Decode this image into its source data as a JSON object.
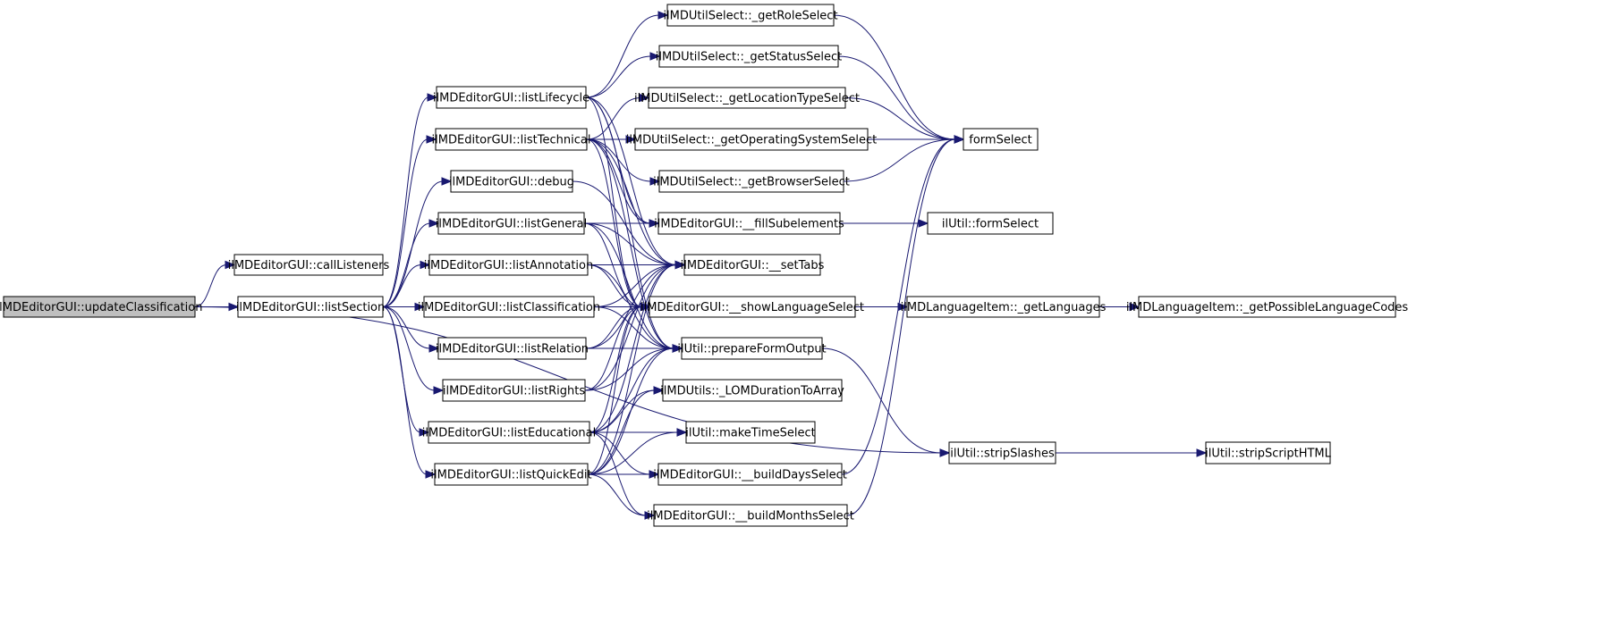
{
  "title": "Call graph of ilMDEditorGUI::updateClassification",
  "colors": {
    "edge": "#191970",
    "root_fill": "#bfbfbf",
    "node_fill": "#ffffff",
    "node_stroke": "#000000"
  },
  "nodes": [
    {
      "id": "updateClassification",
      "label": "ilMDEditorGUI::updateClassification",
      "root": true
    },
    {
      "id": "callListeners",
      "label": "ilMDEditorGUI::callListeners"
    },
    {
      "id": "listSection",
      "label": "ilMDEditorGUI::listSection"
    },
    {
      "id": "listLifecycle",
      "label": "ilMDEditorGUI::listLifecycle"
    },
    {
      "id": "listTechnical",
      "label": "ilMDEditorGUI::listTechnical"
    },
    {
      "id": "debug",
      "label": "ilMDEditorGUI::debug"
    },
    {
      "id": "listGeneral",
      "label": "ilMDEditorGUI::listGeneral"
    },
    {
      "id": "listAnnotation",
      "label": "ilMDEditorGUI::listAnnotation"
    },
    {
      "id": "listClassification",
      "label": "ilMDEditorGUI::listClassification"
    },
    {
      "id": "listRelation",
      "label": "ilMDEditorGUI::listRelation"
    },
    {
      "id": "listRights",
      "label": "ilMDEditorGUI::listRights"
    },
    {
      "id": "listEducational",
      "label": "ilMDEditorGUI::listEducational"
    },
    {
      "id": "listQuickEdit",
      "label": "ilMDEditorGUI::listQuickEdit"
    },
    {
      "id": "getRoleSelect",
      "label": "ilMDUtilSelect::_getRoleSelect"
    },
    {
      "id": "getStatusSelect",
      "label": "ilMDUtilSelect::_getStatusSelect"
    },
    {
      "id": "getLocationTypeSelect",
      "label": "ilMDUtilSelect::_getLocationTypeSelect"
    },
    {
      "id": "getOperatingSystemSelect",
      "label": "ilMDUtilSelect::_getOperatingSystemSelect"
    },
    {
      "id": "getBrowserSelect",
      "label": "ilMDUtilSelect::_getBrowserSelect"
    },
    {
      "id": "fillSubelements",
      "label": "ilMDEditorGUI::__fillSubelements"
    },
    {
      "id": "setTabs",
      "label": "ilMDEditorGUI::__setTabs"
    },
    {
      "id": "showLanguageSelect",
      "label": "ilMDEditorGUI::__showLanguageSelect"
    },
    {
      "id": "prepareFormOutput",
      "label": "ilUtil::prepareFormOutput"
    },
    {
      "id": "LOMDurationToArray",
      "label": "ilMDUtils::_LOMDurationToArray"
    },
    {
      "id": "makeTimeSelect",
      "label": "ilUtil::makeTimeSelect"
    },
    {
      "id": "buildDaysSelect",
      "label": "ilMDEditorGUI::__buildDaysSelect"
    },
    {
      "id": "buildMonthsSelect",
      "label": "ilMDEditorGUI::__buildMonthsSelect"
    },
    {
      "id": "formSelect",
      "label": "formSelect"
    },
    {
      "id": "utilFormSelect",
      "label": "ilUtil::formSelect"
    },
    {
      "id": "getLanguages",
      "label": "ilMDLanguageItem::_getLanguages"
    },
    {
      "id": "getPossibleLanguageCodes",
      "label": "ilMDLanguageItem::_getPossibleLanguageCodes"
    },
    {
      "id": "stripSlashes",
      "label": "ilUtil::stripSlashes"
    },
    {
      "id": "stripScriptHTML",
      "label": "ilUtil::stripScriptHTML"
    }
  ],
  "edges": [
    [
      "updateClassification",
      "callListeners"
    ],
    [
      "updateClassification",
      "listSection"
    ],
    [
      "updateClassification",
      "stripSlashes"
    ],
    [
      "listSection",
      "listLifecycle"
    ],
    [
      "listSection",
      "listTechnical"
    ],
    [
      "listSection",
      "debug"
    ],
    [
      "listSection",
      "listGeneral"
    ],
    [
      "listSection",
      "listAnnotation"
    ],
    [
      "listSection",
      "listClassification"
    ],
    [
      "listSection",
      "listRelation"
    ],
    [
      "listSection",
      "listRights"
    ],
    [
      "listSection",
      "listEducational"
    ],
    [
      "listSection",
      "listQuickEdit"
    ],
    [
      "listLifecycle",
      "getRoleSelect"
    ],
    [
      "listLifecycle",
      "getStatusSelect"
    ],
    [
      "listLifecycle",
      "fillSubelements"
    ],
    [
      "listLifecycle",
      "setTabs"
    ],
    [
      "listLifecycle",
      "showLanguageSelect"
    ],
    [
      "listLifecycle",
      "prepareFormOutput"
    ],
    [
      "listTechnical",
      "getLocationTypeSelect"
    ],
    [
      "listTechnical",
      "getOperatingSystemSelect"
    ],
    [
      "listTechnical",
      "getBrowserSelect"
    ],
    [
      "listTechnical",
      "fillSubelements"
    ],
    [
      "listTechnical",
      "setTabs"
    ],
    [
      "listTechnical",
      "showLanguageSelect"
    ],
    [
      "listTechnical",
      "prepareFormOutput"
    ],
    [
      "debug",
      "setTabs"
    ],
    [
      "listGeneral",
      "fillSubelements"
    ],
    [
      "listGeneral",
      "setTabs"
    ],
    [
      "listGeneral",
      "showLanguageSelect"
    ],
    [
      "listGeneral",
      "prepareFormOutput"
    ],
    [
      "listAnnotation",
      "setTabs"
    ],
    [
      "listAnnotation",
      "showLanguageSelect"
    ],
    [
      "listAnnotation",
      "prepareFormOutput"
    ],
    [
      "listClassification",
      "setTabs"
    ],
    [
      "listClassification",
      "showLanguageSelect"
    ],
    [
      "listClassification",
      "prepareFormOutput"
    ],
    [
      "listRelation",
      "setTabs"
    ],
    [
      "listRelation",
      "showLanguageSelect"
    ],
    [
      "listRelation",
      "prepareFormOutput"
    ],
    [
      "listRights",
      "setTabs"
    ],
    [
      "listRights",
      "showLanguageSelect"
    ],
    [
      "listRights",
      "prepareFormOutput"
    ],
    [
      "listEducational",
      "setTabs"
    ],
    [
      "listEducational",
      "showLanguageSelect"
    ],
    [
      "listEducational",
      "prepareFormOutput"
    ],
    [
      "listEducational",
      "LOMDurationToArray"
    ],
    [
      "listEducational",
      "makeTimeSelect"
    ],
    [
      "listEducational",
      "buildDaysSelect"
    ],
    [
      "listEducational",
      "buildMonthsSelect"
    ],
    [
      "listQuickEdit",
      "setTabs"
    ],
    [
      "listQuickEdit",
      "showLanguageSelect"
    ],
    [
      "listQuickEdit",
      "prepareFormOutput"
    ],
    [
      "listQuickEdit",
      "LOMDurationToArray"
    ],
    [
      "listQuickEdit",
      "makeTimeSelect"
    ],
    [
      "listQuickEdit",
      "buildDaysSelect"
    ],
    [
      "listQuickEdit",
      "buildMonthsSelect"
    ],
    [
      "getRoleSelect",
      "formSelect"
    ],
    [
      "getStatusSelect",
      "formSelect"
    ],
    [
      "getLocationTypeSelect",
      "formSelect"
    ],
    [
      "getOperatingSystemSelect",
      "formSelect"
    ],
    [
      "getBrowserSelect",
      "formSelect"
    ],
    [
      "buildDaysSelect",
      "formSelect"
    ],
    [
      "buildMonthsSelect",
      "formSelect"
    ],
    [
      "fillSubelements",
      "utilFormSelect"
    ],
    [
      "showLanguageSelect",
      "getLanguages"
    ],
    [
      "getLanguages",
      "getPossibleLanguageCodes"
    ],
    [
      "prepareFormOutput",
      "stripSlashes"
    ],
    [
      "stripSlashes",
      "stripScriptHTML"
    ]
  ]
}
